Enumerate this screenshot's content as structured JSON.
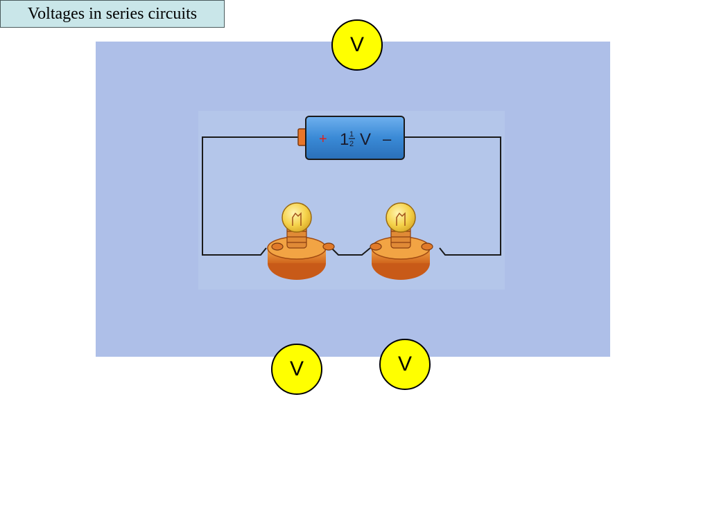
{
  "title": "Voltages in series circuits",
  "battery": {
    "plus": "+",
    "value_whole": "1",
    "value_num": "1",
    "value_den": "2",
    "unit": "V",
    "minus": "–"
  },
  "voltmeters": {
    "top": "V",
    "bottom_left": "V",
    "bottom_right": "V"
  },
  "colors": {
    "panel": "#aebfe8",
    "battery": "#3f8fd8",
    "battery_cap": "#e8762a",
    "bulb_glass": "#f5d24a",
    "holder": "#e8902e",
    "meter": "#ffff00",
    "wire": "#1a1a1a"
  }
}
